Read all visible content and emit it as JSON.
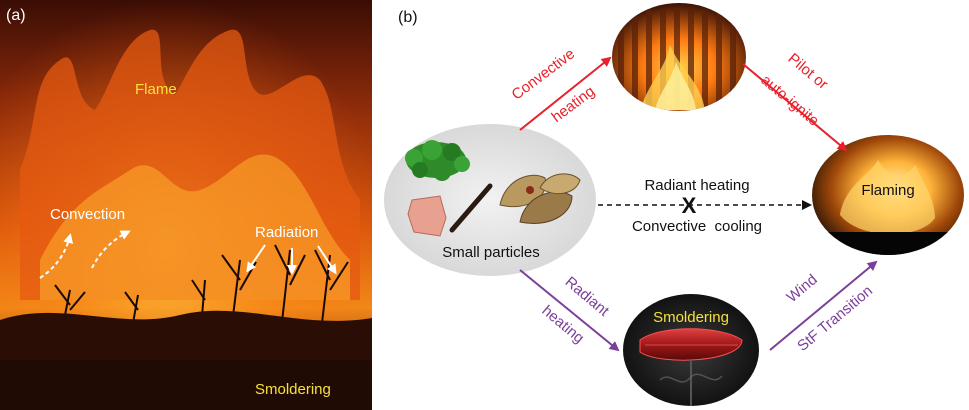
{
  "panel_a": {
    "label": "(a)",
    "flame": "Flame",
    "convection": "Convection",
    "radiation": "Radiation",
    "smoldering": "Smoldering"
  },
  "panel_b": {
    "label": "(b)",
    "small_particles": "Small particles",
    "convective_heating_1": "Convective",
    "convective_heating_2": "heating",
    "pilot_1": "Pilot or",
    "pilot_2": "auto-ignite",
    "radiant_heating_center": "Radiant heating",
    "convective_cooling": "Convective  cooling",
    "cross_mark": "X",
    "flaming": "Flaming",
    "radiant_1": "Radiant",
    "radiant_2": "heating",
    "smoldering": "Smoldering",
    "wind": "Wind",
    "stf": "StF Transition"
  },
  "colors": {
    "red_arrow": "#e8202a",
    "purple_arrow": "#7b3f9a",
    "yellow_text": "#f5e13a",
    "white_text": "#ffffff"
  }
}
